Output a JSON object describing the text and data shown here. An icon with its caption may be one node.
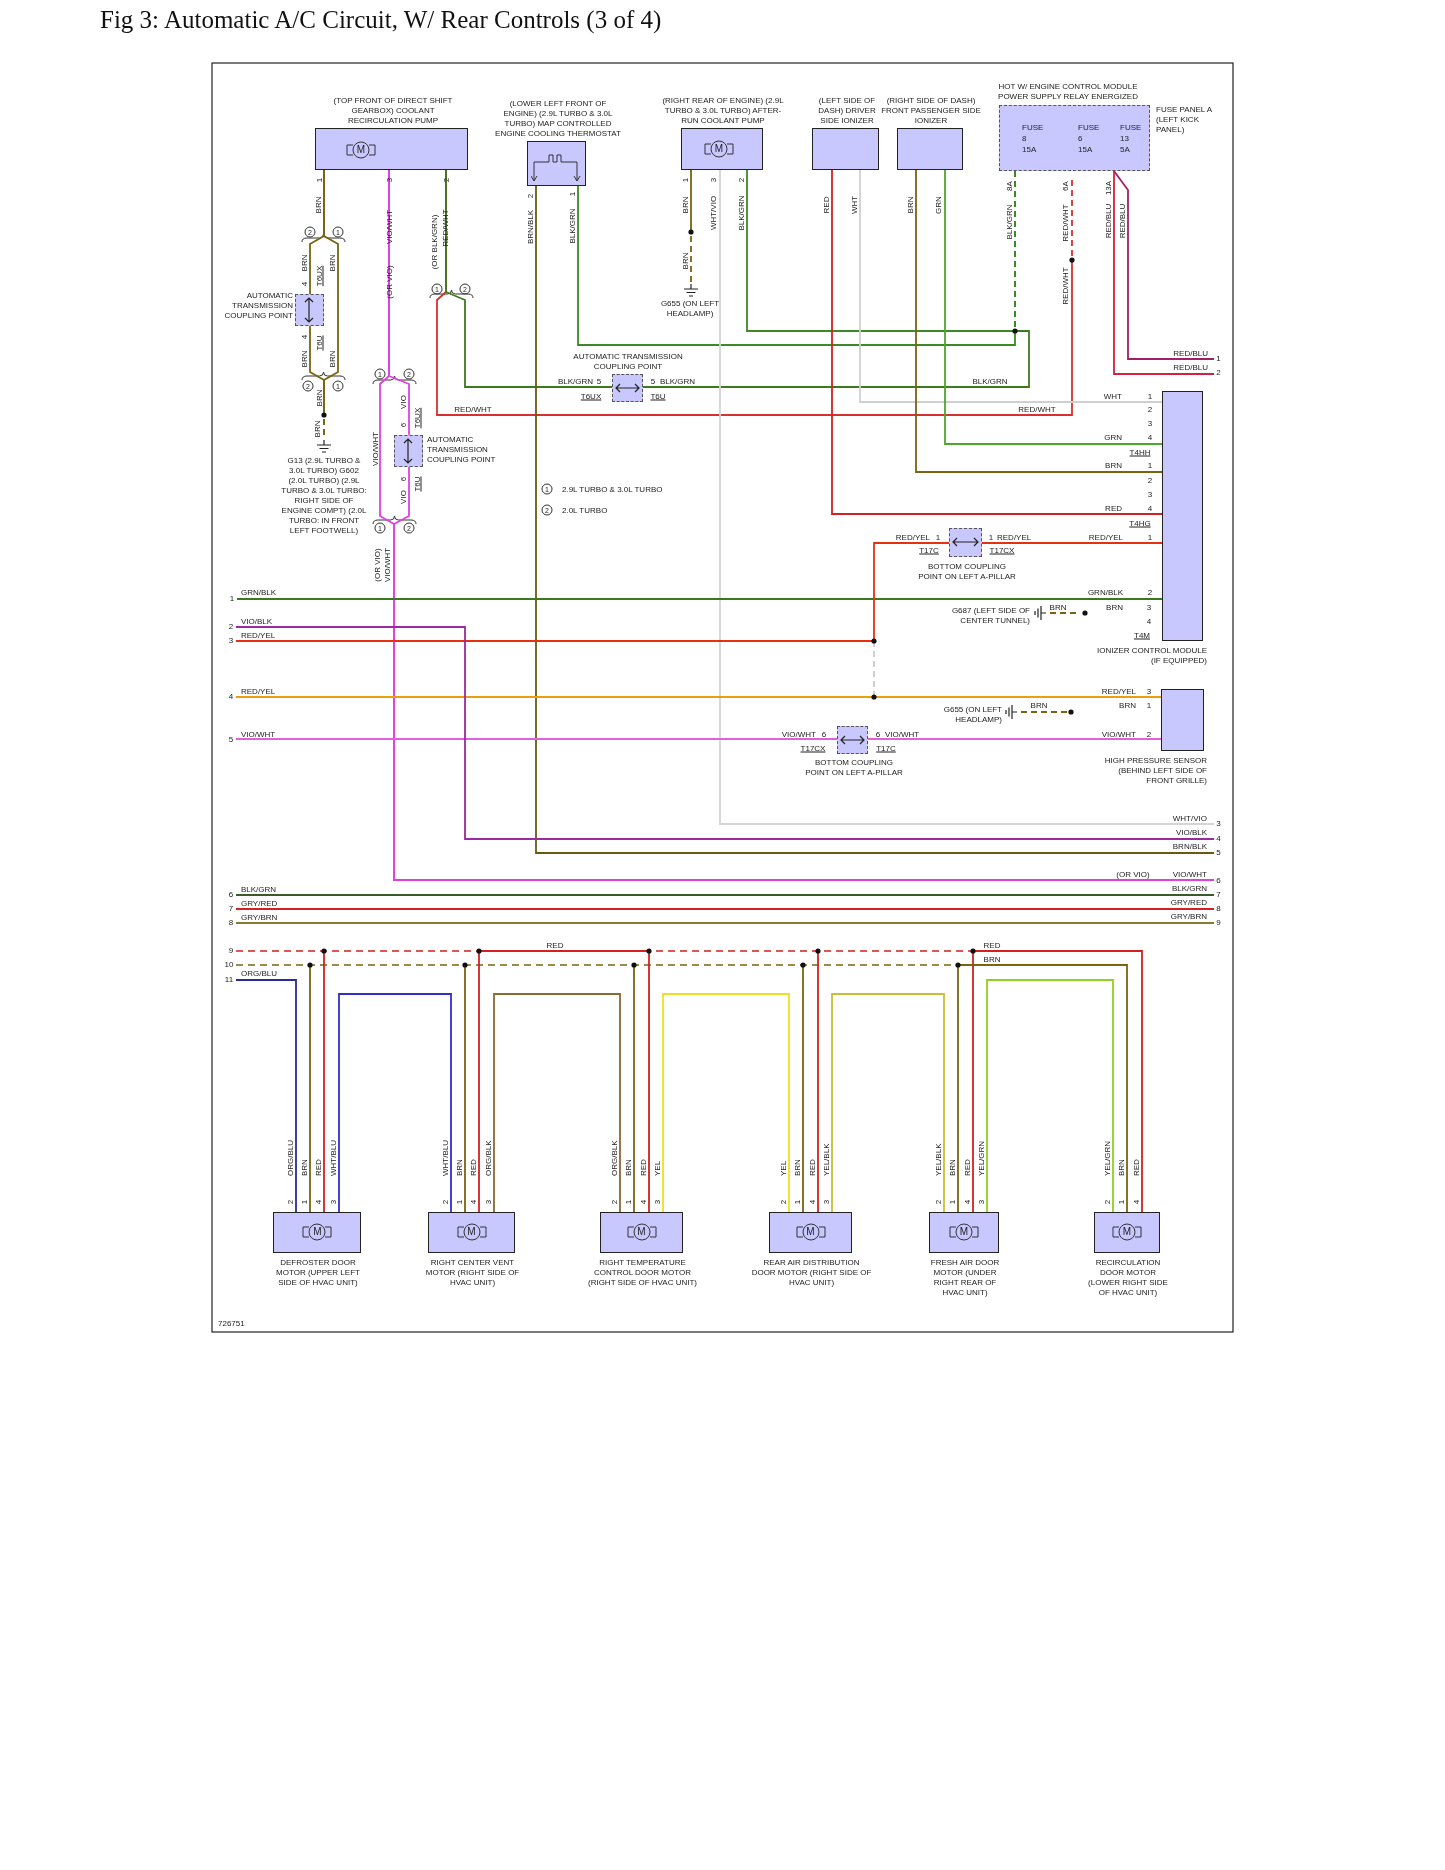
{
  "diagram": {
    "title": "Fig 3: Automatic A/C Circuit, W/ Rear Controls (3 of 4)",
    "nodes": [
      {
        "text": [
          "(TOP FRONT OF DIRECT SHIFT GEARBOX) COOLANT RECIRCULATION PUMP"
        ]
      },
      {
        "text": [
          "(LOWER LEFT FRONT OF ENGINE) (2.9L TURBO & 3.0L TURBO) MAP CONTROLLED ENGINE COOLING THERMOSTAT"
        ]
      },
      {
        "text": [
          "(RIGHT REAR OF ENGINE) (2.9L TURBO & 3.0L TURBO) AFTER-RUN COOLANT PUMP"
        ]
      },
      {
        "text": [
          "(LEFT SIDE OF DASH) DRIVER SIDE IONIZER"
        ]
      },
      {
        "text": [
          "(RIGHT SIDE OF DASH) FRONT PASSENGER SIDE IONIZER"
        ]
      },
      {
        "text": [
          "HOT W/ ENGINE CONTROL MODULE POWER SUPPLY RELAY ENERGIZED",
          "FUSE PANEL A (LEFT KICK PANEL)"
        ]
      },
      {
        "text": [
          "AUTOMATIC TRANSMISSION COUPLING POINT"
        ]
      },
      {
        "text": [
          "AUTOMATIC TRANSMISSION COUPLING POINT"
        ]
      },
      {
        "text": [
          "AUTOMATIC TRANSMISSION COUPLING POINT"
        ]
      },
      {
        "text": [
          "IONIZER CONTROL MODULE (IF EQUIPPED)"
        ]
      },
      {
        "text": [
          "BOTTOM COUPLING POINT ON LEFT A-PILLAR"
        ]
      },
      {
        "text": [
          "HIGH PRESSURE SENSOR (BEHIND LEFT SIDE OF FRONT GRILLE)"
        ]
      },
      {
        "text": [
          "BOTTOM COUPLING POINT ON LEFT A-PILLAR"
        ]
      },
      {
        "text": [
          "DEFROSTER DOOR MOTOR (UPPER LEFT SIDE OF HVAC UNIT)"
        ]
      },
      {
        "text": [
          "RIGHT CENTER VENT MOTOR (RIGHT SIDE OF HVAC UNIT)"
        ]
      },
      {
        "text": [
          "RIGHT TEMPERATURE CONTROL DOOR MOTOR (RIGHT SIDE OF HVAC UNIT)"
        ]
      },
      {
        "text": [
          "REAR AIR DISTRIBUTION DOOR MOTOR (RIGHT SIDE OF HVAC UNIT)"
        ]
      },
      {
        "text": [
          "FRESH AIR DOOR MOTOR (UNDER RIGHT REAR OF HVAC UNIT)"
        ]
      },
      {
        "text": [
          "RECIRCULATION DOOR MOTOR (LOWER RIGHT SIDE OF HVAC UNIT)"
        ]
      },
      {
        "text": [
          "G13 (2.9L TURBO & 3.0L TURBO) G602 (2.0L TURBO) (2.9L TURBO & 3.0L TURBO: RIGHT SIDE OF ENGINE COMPT) (2.0L TURBO: IN FRONT LEFT FOOTWELL)"
        ]
      },
      {
        "text": [
          "G655 (ON LEFT HEADLAMP)"
        ]
      },
      {
        "text": [
          "G687 (LEFT SIDE OF CENTER TUNNEL)"
        ]
      },
      {
        "text": [
          "G655 (ON LEFT HEADLAMP)"
        ]
      },
      {
        "text": [
          "1"
        ],
        "beside": [
          "RED/BLU"
        ]
      },
      {
        "text": [
          "2"
        ],
        "beside": [
          "RED/BLU"
        ]
      },
      {
        "text": [
          "3"
        ],
        "beside": [
          "WHT/VIO"
        ]
      },
      {
        "text": [
          "5"
        ],
        "beside": [
          "BRN/BLK"
        ]
      },
      {
        "text": [
          "6"
        ],
        "beside": [
          "(OR VIO)",
          "VIO/WHT"
        ]
      },
      {
        "text": [
          "1"
        ],
        "beside": [
          "GRN/BLK"
        ]
      },
      {
        "text": [
          "3"
        ],
        "beside": [
          "RED/YEL"
        ]
      },
      {
        "text": [
          "4"
        ],
        "beside": [
          "RED/YEL"
        ]
      },
      {
        "text": [
          "5"
        ],
        "beside": [
          "VIO/WHT"
        ]
      },
      {
        "text": [
          "11"
        ],
        "beside": [
          "ORG/BLU"
        ]
      },
      {
        "text": [
          "2"
        ],
        "beside": [
          "VIO/BLK"
        ]
      },
      {
        "text": [
          "4"
        ],
        "beside": [
          "VIO/BLK"
        ]
      },
      {
        "text": [
          "6"
        ],
        "beside": [
          "BLK/GRN"
        ]
      },
      {
        "text": [
          "7"
        ],
        "beside": [
          "BLK/GRN"
        ]
      },
      {
        "text": [
          "7"
        ],
        "beside": [
          "GRY/RED"
        ]
      },
      {
        "text": [
          "8"
        ],
        "beside": [
          "GRY/RED"
        ]
      },
      {
        "text": [
          "8"
        ],
        "beside": [
          "GRY/BRN"
        ]
      },
      {
        "text": [
          "9"
        ],
        "beside": [
          "GRY/BRN"
        ]
      },
      {
        "text": [
          "9"
        ]
      },
      {
        "text": [
          "10"
        ]
      }
    ],
    "edges": [
      {
        "from": 0,
        "to": 6,
        "arrow": "none",
        "color": "#7a6410"
      },
      {
        "from": 6,
        "to": 19,
        "arrow": "none",
        "color": "#7a6410",
        "style": "dashed"
      },
      {
        "from": 0,
        "to": 19,
        "arrow": "none",
        "color": "#7a6410",
        "style": "dashed"
      },
      {
        "from": 0,
        "to": 7,
        "arrow": "none",
        "color": "#e040e0"
      },
      {
        "from": 7,
        "to": 27,
        "arrow": "none",
        "color": "#e040e0"
      },
      {
        "from": 0,
        "to": 27,
        "arrow": "none",
        "color": "#e040e0"
      },
      {
        "from": 0,
        "to": 5,
        "arrow": "none",
        "color": "#d83030",
        "style": "dashed"
      },
      {
        "from": 0,
        "to": 8,
        "arrow": "none",
        "color": "#3c7a1e"
      },
      {
        "from": 8,
        "to": 5,
        "arrow": "none",
        "color": "#3c7a1e",
        "style": "dashed"
      },
      {
        "from": 1,
        "to": 5,
        "arrow": "none",
        "color": "#3c8a24",
        "style": "dashed"
      },
      {
        "from": 2,
        "to": 5,
        "arrow": "none",
        "color": "#3c8a24",
        "style": "dashed"
      },
      {
        "from": 1,
        "to": 26,
        "arrow": "none",
        "color": "#6a5a10"
      },
      {
        "from": 2,
        "to": 20,
        "arrow": "none",
        "color": "#7a6410",
        "style": "dashed"
      },
      {
        "from": 2,
        "to": 25,
        "arrow": "none",
        "color": "#d4d4d4"
      },
      {
        "from": 3,
        "to": 9,
        "arrow": "none",
        "color": "#d42020"
      },
      {
        "from": 3,
        "to": 9,
        "arrow": "none",
        "color": "#d0d0d0"
      },
      {
        "from": 4,
        "to": 9,
        "arrow": "none",
        "color": "#7a6410"
      },
      {
        "from": 4,
        "to": 9,
        "arrow": "none",
        "color": "#4aa82a"
      },
      {
        "from": 5,
        "to": 23,
        "arrow": "none",
        "color": "#a02068"
      },
      {
        "from": 5,
        "to": 24,
        "arrow": "none",
        "color": "#d42040"
      },
      {
        "from": 28,
        "to": 9,
        "arrow": "none",
        "color": "#3a7a1e"
      },
      {
        "from": 29,
        "to": 10,
        "arrow": "none",
        "color": "#e83010"
      },
      {
        "from": 10,
        "to": 9,
        "arrow": "none",
        "color": "#e83010"
      },
      {
        "from": 30,
        "to": 11,
        "arrow": "none",
        "color": "#e8a010"
      },
      {
        "from": 31,
        "to": 12,
        "arrow": "none",
        "color": "#e060e0"
      },
      {
        "from": 12,
        "to": 11,
        "arrow": "none",
        "color": "#e060e0"
      },
      {
        "from": 21,
        "to": 9,
        "arrow": "none",
        "color": "#7a6410",
        "style": "dashed"
      },
      {
        "from": 22,
        "to": 11,
        "arrow": "none",
        "color": "#7a6410",
        "style": "dashed"
      },
      {
        "from": 32,
        "to": 13,
        "arrow": "none",
        "color": "#2a2aa0"
      },
      {
        "from": 42,
        "to": 13,
        "arrow": "none",
        "color": "#7a6410",
        "style": "dashed"
      },
      {
        "from": 41,
        "to": 13,
        "arrow": "none",
        "color": "#d42020",
        "style": "dashed"
      },
      {
        "from": 13,
        "to": 14,
        "arrow": "none",
        "color": "#3030c8"
      },
      {
        "from": 42,
        "to": 14,
        "arrow": "none",
        "color": "#7a6410",
        "style": "dashed"
      },
      {
        "from": 41,
        "to": 14,
        "arrow": "none",
        "color": "#d42020",
        "style": "dashed"
      },
      {
        "from": 14,
        "to": 15,
        "arrow": "none",
        "color": "#8a6a30"
      },
      {
        "from": 42,
        "to": 15,
        "arrow": "none",
        "color": "#7a6410",
        "style": "dashed"
      },
      {
        "from": 41,
        "to": 15,
        "arrow": "none",
        "color": "#d42020",
        "style": "dashed"
      },
      {
        "from": 15,
        "to": 16,
        "arrow": "none",
        "color": "#eee020"
      },
      {
        "from": 42,
        "to": 16,
        "arrow": "none",
        "color": "#7a6410",
        "style": "dashed"
      },
      {
        "from": 41,
        "to": 16,
        "arrow": "none",
        "color": "#d42020",
        "style": "dashed"
      },
      {
        "from": 16,
        "to": 17,
        "arrow": "none",
        "color": "#c8c030"
      },
      {
        "from": 42,
        "to": 17,
        "arrow": "none",
        "color": "#7a6410",
        "style": "dashed"
      },
      {
        "from": 41,
        "to": 17,
        "arrow": "none",
        "color": "#d42020",
        "style": "dashed"
      },
      {
        "from": 17,
        "to": 18,
        "arrow": "none",
        "color": "#90d020"
      },
      {
        "from": 42,
        "to": 18,
        "arrow": "none",
        "color": "#7a6410",
        "style": "dashed",
        "label": "BRN"
      },
      {
        "from": 41,
        "to": 18,
        "arrow": "none",
        "color": "#d42020",
        "style": "dashed",
        "label": "RED"
      },
      {
        "from": 33,
        "to": 34,
        "arrow": "none",
        "color": "#9a2aa0"
      },
      {
        "from": 35,
        "to": 36,
        "arrow": "none",
        "color": "#3a5a2a"
      },
      {
        "from": 37,
        "to": 38,
        "arrow": "none",
        "color": "#d42020"
      },
      {
        "from": 39,
        "to": 40,
        "arrow": "none",
        "color": "#8a7a30"
      }
    ],
    "labels": [
      "1",
      "3",
      "2",
      "BRN",
      "VIO/WHT",
      "(OR BLK/GRN)",
      "RED/WHT",
      "2",
      "1",
      "BRN",
      "T6UX",
      "BRN",
      "4",
      "(OR VIO)",
      "1",
      "2",
      "4",
      "T6U",
      "BRN",
      "BRN",
      "2",
      "1",
      "BRN",
      "BRN",
      "2",
      "1",
      "BRN/BLK",
      "BLK/GRN",
      "1",
      "3",
      "2",
      "BRN",
      "WHT/VIO",
      "BLK/GRN",
      "BRN",
      "RED",
      "WHT",
      "BRN",
      "GRN",
      "FUSE",
      "8",
      "15A",
      "FUSE",
      "6",
      "15A",
      "FUSE",
      "13",
      "5A",
      "8A",
      "BLK/GRN",
      "6A",
      "RED/WHT",
      "13A",
      "RED/BLU",
      "RED/BLU",
      "RED/WHT",
      "1",
      "2",
      "BLK/GRN",
      "5",
      "5",
      "BLK/GRN",
      "BLK/GRN",
      "T6UX",
      "T6U",
      "WHT",
      "1",
      "VIO",
      "RED/WHT",
      "RED/WHT",
      "2",
      "6",
      "T6UX",
      "3",
      "GRN",
      "4",
      "VIO/WHT",
      "T4HH",
      "BRN",
      "1",
      "6",
      "T6U",
      "2",
      "VIO",
      "1",
      "2.9L TURBO & 3.0L TURBO",
      "3",
      "2",
      "2.0L TURBO",
      "RED",
      "4",
      "1",
      "2",
      "T4HG",
      "RED/YEL",
      "1",
      "1",
      "RED/YEL",
      "RED/YEL",
      "1",
      "T17C",
      "T17CX",
      "(OR VIO)",
      "VIO/WHT",
      "GRN/BLK",
      "2",
      "BRN",
      "BRN",
      "3",
      "4",
      "T4M",
      "RED/YEL",
      "3",
      "BRN",
      "BRN",
      "1",
      "VIO/WHT",
      "6",
      "6",
      "VIO/WHT",
      "VIO/WHT",
      "2",
      "T17CX",
      "T17C",
      "RED",
      "ORG/BLU",
      "BRN",
      "RED",
      "WHT/BLU",
      "2",
      "1",
      "4",
      "3",
      "WHT/BLU",
      "BRN",
      "RED",
      "ORG/BLK",
      "2",
      "1",
      "4",
      "3",
      "ORG/BLK",
      "BRN",
      "RED",
      "YEL",
      "2",
      "1",
      "4",
      "3",
      "YEL",
      "BRN",
      "RED",
      "YEL/BLK",
      "2",
      "1",
      "4",
      "3",
      "YEL/BLK",
      "BRN",
      "RED",
      "YEL/GRN",
      "2",
      "1",
      "4",
      "3",
      "YEL/GRN",
      "BRN",
      "RED",
      "2",
      "1",
      "4",
      "726751",
      "M",
      "M",
      "M",
      "M",
      "M",
      "M",
      "M",
      "M"
    ]
  }
}
